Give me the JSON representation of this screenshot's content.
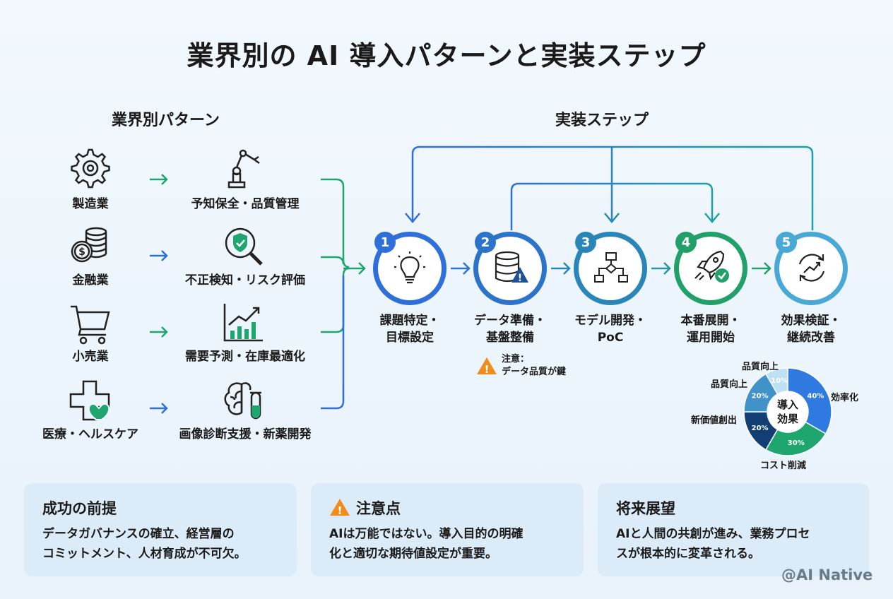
{
  "title": "業界別の AI 導入パターンと実装ステップ",
  "left_heading": "業界別パターン",
  "right_heading": "実装ステップ",
  "industries": [
    {
      "name": "製造業",
      "use_case": "予知保全・品質管理"
    },
    {
      "name": "金融業",
      "use_case": "不正検知・リスク評価"
    },
    {
      "name": "小売業",
      "use_case": "需要予測・在庫最適化"
    },
    {
      "name": "医療・ヘルスケア",
      "use_case": "画像診断支援・新薬開発"
    }
  ],
  "steps": [
    {
      "num": "1",
      "line1": "課題特定・",
      "line2": "目標設定",
      "color": "#2f6fd9"
    },
    {
      "num": "2",
      "line1": "データ準備・",
      "line2": "基盤整備",
      "color": "#2b74c9"
    },
    {
      "num": "3",
      "line1": "モデル開発・",
      "line2": "PoC",
      "color": "#2a86b8"
    },
    {
      "num": "4",
      "line1": "本番展開・",
      "line2": "運用開始",
      "color": "#21a06a"
    },
    {
      "num": "5",
      "line1": "効果検証・",
      "line2": "継続改善",
      "color": "#49a9d6"
    }
  ],
  "caution": {
    "line1": "注意：",
    "line2": "データ品質が鍵"
  },
  "chart_data": {
    "type": "pie",
    "center_label": [
      "導入",
      "効果"
    ],
    "categories": [
      "効率化",
      "コスト削減",
      "新価値創出",
      "品質向上",
      "品質向上"
    ],
    "values": [
      40,
      30,
      20,
      20,
      10
    ],
    "value_labels": [
      "40%",
      "30%",
      "20%",
      "20%",
      "10%"
    ],
    "colors": [
      "#2f7ae0",
      "#1fa56e",
      "#123e73",
      "#3f93c9",
      "#bfe0f3"
    ]
  },
  "cards": [
    {
      "title": "成功の前提",
      "lines": [
        "データガバナンスの確立、経営層の",
        "コミットメント、人材育成が不可欠。"
      ]
    },
    {
      "title": "注意点",
      "lines": [
        "AIは万能ではない。導入目的の明確",
        "化と適切な期待値設定が重要。"
      ]
    },
    {
      "title": "将来展望",
      "lines": [
        "AIと人間の共創が進み、業務プロセ",
        "スが根本的に変革される。"
      ]
    }
  ],
  "watermark": "@AI Native"
}
